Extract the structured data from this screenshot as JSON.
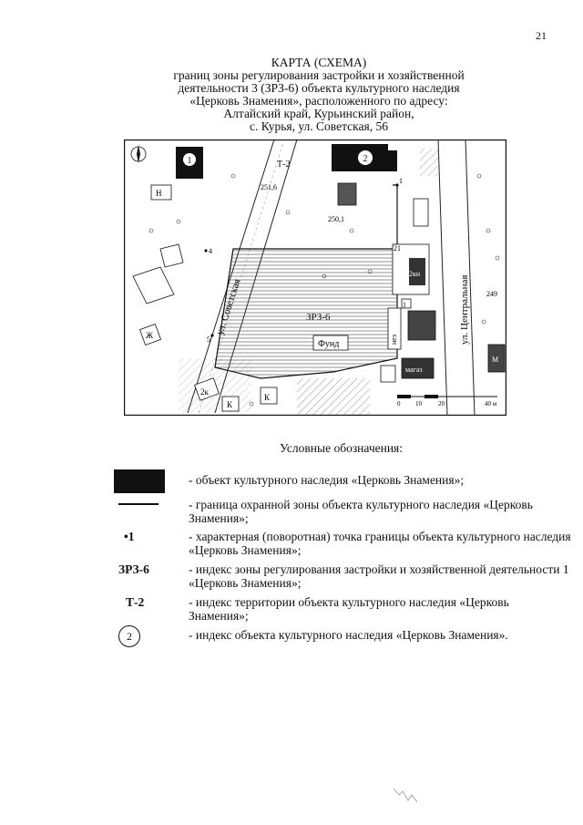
{
  "page_number": "21",
  "title_lines": [
    "КАРТА (СХЕМА)",
    "границ зоны регулирования застройки и хозяйственной",
    "деятельности 3 (ЗРЗ-6) объекта культурного наследия",
    "«Церковь Знамения», расположенного по адресу:",
    "Алтайский край, Курьинский район,",
    "с. Курья, ул. Советская, 56"
  ],
  "map": {
    "labels": {
      "obj1": "1",
      "obj2": "2",
      "t2": "Т-2",
      "zone": "ЗРЗ-6",
      "fund": "Фунд",
      "street_sov": "ул. Советская",
      "street_centr": "ул. Центральная",
      "h1": "Н",
      "h2": "Ж",
      "h3": "2к",
      "h4": "К",
      "h5": "К",
      "h6": "2кн",
      "h7": "21",
      "h8": "5",
      "h9": "1",
      "h10": "М",
      "h11": "магаз",
      "h12": "нез",
      "pt1": "1",
      "pt4": "4",
      "pt5": "5",
      "alt1": "251,6",
      "alt2": "250,1",
      "alt3": "249",
      "scale_0": "0",
      "scale_10": "10",
      "scale_20": "20",
      "scale_40": "40 м"
    }
  },
  "legend": {
    "title": "Условные обозначения:",
    "items": [
      {
        "symbol": "",
        "text": "- объект культурного наследия «Церковь Знамения»;"
      },
      {
        "symbol": "",
        "text": "- граница охранной зоны объекта культурного наследия «Церковь Знамения»;"
      },
      {
        "symbol": "•1",
        "text": "- характерная (поворотная) точка границы объекта культурного наследия «Церковь  Знамения»;"
      },
      {
        "symbol": "ЗРЗ-6",
        "text": "- индекс зоны регулирования застройки и хозяйственной деятельности 1 «Церковь Знамения»;"
      },
      {
        "symbol": "Т-2",
        "text": "- индекс территории объекта культурного наследия «Церковь Знамения»;"
      },
      {
        "symbol": "2",
        "text": "- индекс объекта культурного наследия «Церковь Знамения»."
      }
    ]
  }
}
